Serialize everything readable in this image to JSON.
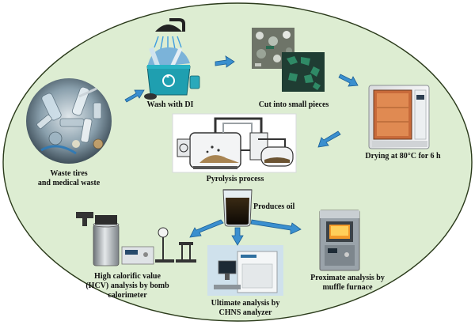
{
  "labels": {
    "waste": [
      "Waste tires",
      "and medical waste"
    ],
    "wash": "Wash with DI",
    "cut": "Cut into small pieces",
    "dry": "Drying at 80°C for 6 h",
    "pyrolysis": "Pyrolysis process",
    "oil": "Produces oil",
    "hcv": [
      "High calorific value",
      "(HCV) analysis by bomb",
      "calorimeter"
    ],
    "ultimate": [
      "Ultimate analysis by",
      "CHNS analyzer"
    ],
    "proximate": [
      "Proximate analysis by",
      "muffle furnace"
    ]
  },
  "colors": {
    "ellipse_fill": "#ddedd2",
    "ellipse_stroke": "#2a3a1a",
    "arrow": "#3a8fcf"
  },
  "icons": {
    "waste": "medical-waste-pile-icon",
    "wash": "shower-recycle-bin-icon",
    "cut": "shredded-pieces-icon",
    "dry": "drying-oven-icon",
    "pyrolysis": "pyrolysis-reactor-icon",
    "oil": "oil-beaker-icon",
    "hcv": "bomb-calorimeter-icon",
    "ultimate": "chns-analyzer-icon",
    "proximate": "muffle-furnace-icon"
  }
}
